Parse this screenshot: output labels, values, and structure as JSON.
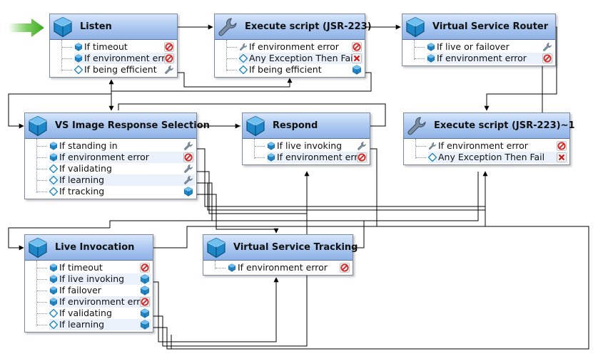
{
  "nodes": {
    "listen": {
      "title": "Listen",
      "icon": "cube-icon",
      "rows": [
        {
          "label": "If timeout",
          "icon": "cube-icon",
          "status": "stop-icon"
        },
        {
          "label": "If environment error",
          "icon": "cube-icon",
          "status": "stop-icon"
        },
        {
          "label": "If being efficient",
          "icon": "diamond-icon",
          "status": "wrench-icon"
        }
      ]
    },
    "exec": {
      "title": "Execute script (JSR-223)",
      "icon": "wrench-icon",
      "rows": [
        {
          "label": "If environment error",
          "icon": "wrench-icon",
          "status": "stop-icon"
        },
        {
          "label": "Any Exception Then Fail",
          "icon": "diamond-icon",
          "status": "fail-icon"
        },
        {
          "label": "If being efficient",
          "icon": "diamond-icon",
          "status": "cube-icon"
        }
      ]
    },
    "router": {
      "title": "Virtual Service Router",
      "icon": "cube-icon",
      "rows": [
        {
          "label": "If live or failover",
          "icon": "cube-icon",
          "status": "wrench-icon"
        },
        {
          "label": "If environment error",
          "icon": "cube-icon",
          "status": "stop-icon"
        }
      ]
    },
    "vsimage": {
      "title": "VS Image Response Selection",
      "icon": "cube-icon",
      "rows": [
        {
          "label": "If standing in",
          "icon": "cube-icon",
          "status": "wrench-icon"
        },
        {
          "label": "If environment error",
          "icon": "cube-icon",
          "status": "stop-icon"
        },
        {
          "label": "If validating",
          "icon": "diamond-icon",
          "status": "wrench-icon"
        },
        {
          "label": "If learning",
          "icon": "diamond-icon",
          "status": "wrench-icon"
        },
        {
          "label": "If tracking",
          "icon": "diamond-icon",
          "status": "cube-icon"
        }
      ]
    },
    "respond": {
      "title": "Respond",
      "icon": "cube-icon",
      "rows": [
        {
          "label": "If live invoking",
          "icon": "cube-icon",
          "status": "wrench-icon"
        },
        {
          "label": "If environment error",
          "icon": "cube-icon",
          "status": "stop-icon"
        }
      ]
    },
    "exec1": {
      "title": "Execute script (JSR-223)~1",
      "icon": "wrench-icon",
      "rows": [
        {
          "label": "If environment error",
          "icon": "wrench-icon",
          "status": "stop-icon"
        },
        {
          "label": "Any Exception Then Fail",
          "icon": "diamond-icon",
          "status": "fail-icon"
        }
      ]
    },
    "live": {
      "title": "Live Invocation",
      "icon": "cube-icon",
      "rows": [
        {
          "label": "If timeout",
          "icon": "cube-icon",
          "status": "stop-icon"
        },
        {
          "label": "If live invoking",
          "icon": "cube-icon",
          "status": "cube-icon"
        },
        {
          "label": "If failover",
          "icon": "cube-icon",
          "status": "cube-icon"
        },
        {
          "label": "If environment error",
          "icon": "cube-icon",
          "status": "stop-icon"
        },
        {
          "label": "If validating",
          "icon": "diamond-icon",
          "status": "cube-icon"
        },
        {
          "label": "If learning",
          "icon": "diamond-icon",
          "status": "cube-icon"
        }
      ]
    },
    "tracking": {
      "title": "Virtual Service Tracking",
      "icon": "cube-icon",
      "rows": [
        {
          "label": "If environment error",
          "icon": "cube-icon",
          "status": "stop-icon"
        }
      ]
    }
  },
  "colors": {
    "start_arrow": "#5cc33a",
    "cube": "#1f86c8",
    "stop": "#d62020",
    "fail": "#c81818",
    "wire": "#000000"
  }
}
